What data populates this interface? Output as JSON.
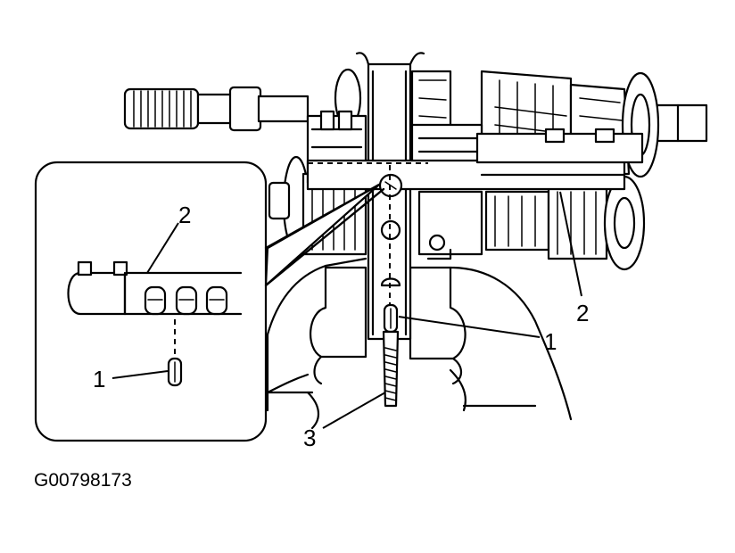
{
  "callouts": {
    "inset_1": "1",
    "inset_2": "2",
    "main_1": "1",
    "main_2": "2",
    "main_3": "3"
  },
  "figure_id": "G00798173",
  "colors": {
    "ink": "#000000",
    "paper": "#ffffff"
  }
}
